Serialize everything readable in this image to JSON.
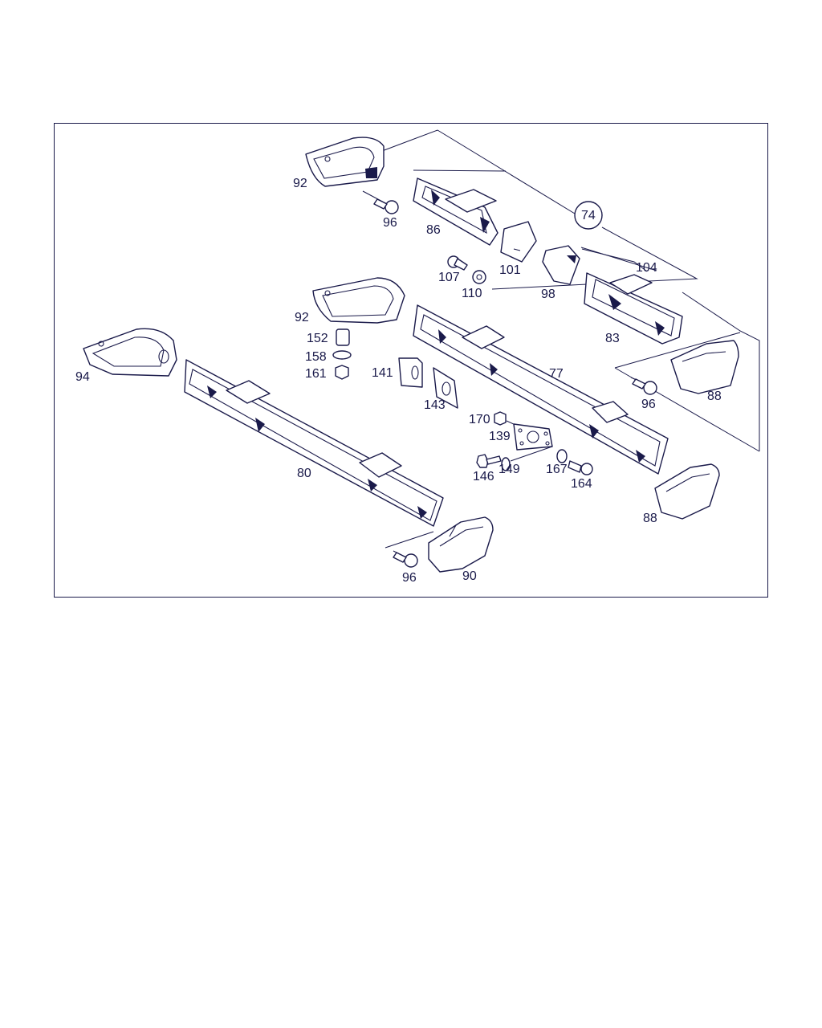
{
  "diagram": {
    "callouts": [
      {
        "id": "c92a",
        "text": "92"
      },
      {
        "id": "c96a",
        "text": "96"
      },
      {
        "id": "c86",
        "text": "86"
      },
      {
        "id": "c74",
        "text": "74"
      },
      {
        "id": "c101",
        "text": "101"
      },
      {
        "id": "c107",
        "text": "107"
      },
      {
        "id": "c110",
        "text": "110"
      },
      {
        "id": "c98",
        "text": "98"
      },
      {
        "id": "c104",
        "text": "104"
      },
      {
        "id": "c83",
        "text": "83"
      },
      {
        "id": "c92b",
        "text": "92"
      },
      {
        "id": "c152",
        "text": "152"
      },
      {
        "id": "c158",
        "text": "158"
      },
      {
        "id": "c161",
        "text": "161"
      },
      {
        "id": "c141",
        "text": "141"
      },
      {
        "id": "c143",
        "text": "143"
      },
      {
        "id": "c77",
        "text": "77"
      },
      {
        "id": "c94",
        "text": "94"
      },
      {
        "id": "c96b",
        "text": "96"
      },
      {
        "id": "c88a",
        "text": "88"
      },
      {
        "id": "c170",
        "text": "170"
      },
      {
        "id": "c139",
        "text": "139"
      },
      {
        "id": "c146",
        "text": "146"
      },
      {
        "id": "c149",
        "text": "149"
      },
      {
        "id": "c167",
        "text": "167"
      },
      {
        "id": "c164",
        "text": "164"
      },
      {
        "id": "c80",
        "text": "80"
      },
      {
        "id": "c88b",
        "text": "88"
      },
      {
        "id": "c96c",
        "text": "96"
      },
      {
        "id": "c90",
        "text": "90"
      }
    ]
  },
  "colors": {
    "ink": "#1a1a4a",
    "background": "#ffffff"
  }
}
